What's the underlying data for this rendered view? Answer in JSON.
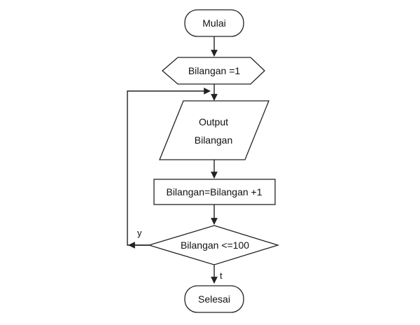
{
  "diagram": {
    "nodes": {
      "start": {
        "label": "Mulai",
        "shape": "terminator"
      },
      "init": {
        "label": "Bilangan =1",
        "shape": "preparation"
      },
      "output": {
        "label_line1": "Output",
        "label_line2": "Bilangan",
        "shape": "input-output"
      },
      "increment": {
        "label": "Bilangan=Bilangan +1",
        "shape": "process"
      },
      "decision": {
        "label": "Bilangan <=100",
        "shape": "decision"
      },
      "end": {
        "label": "Selesai",
        "shape": "terminator"
      }
    },
    "edges": {
      "yes_label": "y",
      "no_label": "t"
    },
    "colors": {
      "stroke": "#222222",
      "fill": "#ffffff",
      "text": "#111111"
    }
  }
}
